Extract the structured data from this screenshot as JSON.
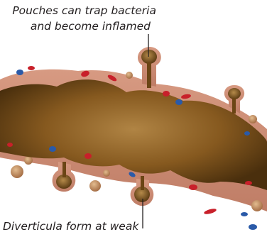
{
  "labels": {
    "top_line1": "Pouches can trap bacteria",
    "top_line2": "and become inflamed",
    "bottom": "Diverticula form at weak"
  },
  "colors": {
    "wall": "#c9866f",
    "wall_dark": "#a5614e",
    "lumen": "#8a5e22",
    "lumen_light": "#a57a38",
    "lumen_dark": "#55360f",
    "vessel_red": "#c8202a",
    "vessel_blue": "#2a5aa8",
    "callout_line": "#231f20"
  },
  "icons": {
    "diverticulum": "pouch-icon",
    "artery": "red-vessel-icon",
    "vein": "blue-vessel-icon"
  }
}
